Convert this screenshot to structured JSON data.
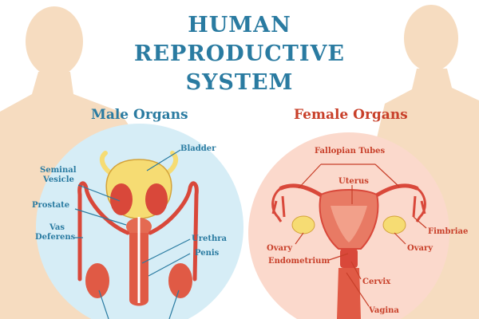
{
  "title": {
    "line1": "HUMAN",
    "line2": "REPRODUCTIVE",
    "line3": "SYSTEM"
  },
  "male": {
    "heading": "Male Organs",
    "labels": {
      "bladder": "Bladder",
      "seminal_vesicle_1": "Seminal",
      "seminal_vesicle_2": "Vesicle",
      "prostate": "Prostate",
      "vas_deferens_1": "Vas",
      "vas_deferens_2": "Deferens",
      "urethra": "Urethra",
      "penis": "Penis"
    }
  },
  "female": {
    "heading": "Female Organs",
    "labels": {
      "fallopian_tubes": "Fallopian Tubes",
      "uterus": "Uterus",
      "fimbriae": "Fimbriae",
      "ovary_left": "Ovary",
      "ovary_right": "Ovary",
      "endometrium": "Endometrium",
      "cervix": "Cervix",
      "vagina": "Vagina"
    }
  },
  "colors": {
    "title": "#2a7ba1",
    "male_heading": "#2a7ba1",
    "female_heading": "#c8402a",
    "silhouette": "#f6dcc0",
    "male_circle": "#d6edf6",
    "female_circle": "#fbd9cc",
    "organ_red": "#d9483a",
    "organ_yellow": "#f6dc73"
  }
}
